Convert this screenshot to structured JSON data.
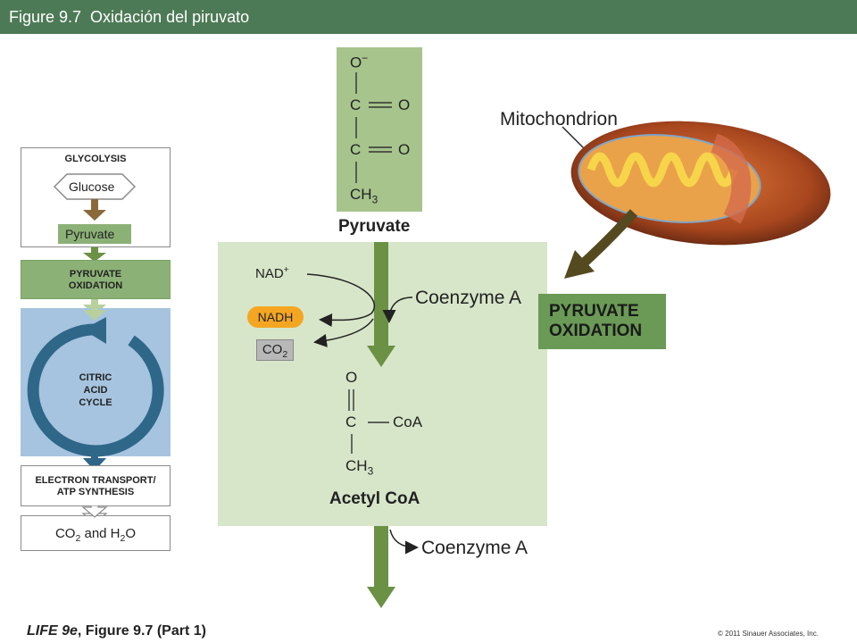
{
  "header": {
    "figure_number": "Figure 9.7",
    "title": "Oxidación del piruvato"
  },
  "overview": {
    "glycolysis": "GLYCOLYSIS",
    "glucose": "Glucose",
    "pyruvate": "Pyruvate",
    "pyruvate_oxidation_line1": "PYRUVATE",
    "pyruvate_oxidation_line2": "OXIDATION",
    "citric_line1": "CITRIC",
    "citric_line2": "ACID",
    "citric_line3": "CYCLE",
    "etc_line1": "ELECTRON TRANSPORT/",
    "etc_line2": "ATP SYNTHESIS",
    "products_co2": "CO",
    "products_co2_sub": "2",
    "products_and": " and H",
    "products_h2o_sub": "2",
    "products_o": "O"
  },
  "pyruvate_structure": {
    "o_minus": "O",
    "minus_sup": "−",
    "c1": "C",
    "o1": "O",
    "c2": "C",
    "o2": "O",
    "ch3": "CH",
    "ch3_sub": "3",
    "label": "Pyruvate"
  },
  "reaction": {
    "nad": "NAD",
    "nad_sup": "+",
    "nadh": "NADH",
    "co2": "CO",
    "co2_sub": "2",
    "coenzyme_a_in": "Coenzyme A",
    "coenzyme_a_out": "Coenzyme A"
  },
  "acetyl_structure": {
    "o": "O",
    "c": "C",
    "coa": "CoA",
    "ch3": "CH",
    "ch3_sub": "3",
    "label": "Acetyl CoA"
  },
  "mitochondrion": {
    "label": "Mitochondrion"
  },
  "stage_box": {
    "line1": "PYRUVATE",
    "line2": "OXIDATION"
  },
  "footer": {
    "book": "LIFE 9e",
    "figure": ", Figure 9.7 (Part 1)",
    "copyright": "© 2011 Sinauer Associates, Inc."
  },
  "colors": {
    "header_bg": "#4d7a56",
    "panel_bg": "#d7e6c9",
    "arrow_green": "#6b9145",
    "nadh_orange": "#f4a623",
    "citric_blue": "#a6c4df",
    "cycle_dark_blue": "#2f6789"
  }
}
